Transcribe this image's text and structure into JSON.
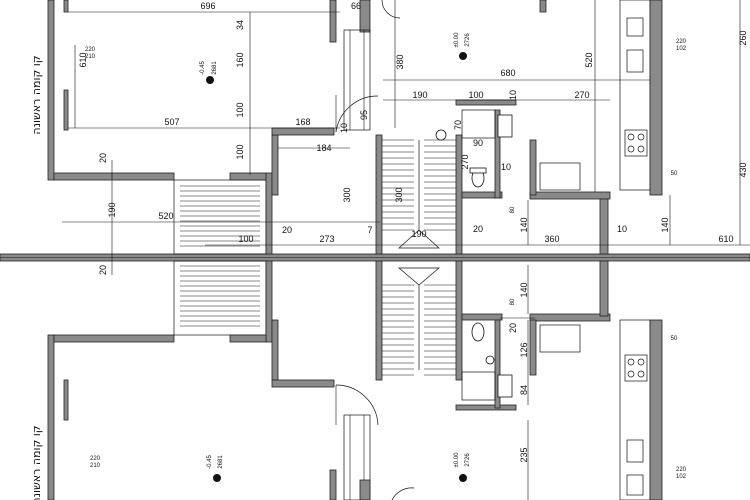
{
  "hebrew_labels": {
    "left_top": "קו קומה ראשונה",
    "left_bottom": "קו קומה ראשונה"
  },
  "dimensions": {
    "d696": "696",
    "d66": "66",
    "d34": "34",
    "d610": "610",
    "d160": "160",
    "d100a": "100",
    "d100b": "100",
    "d507": "507",
    "d168": "168",
    "d95": "95",
    "d10a": "10",
    "d184": "184",
    "d20a": "20",
    "d300a": "300",
    "d300b": "300",
    "d380": "380",
    "d680": "680",
    "d190a": "190",
    "d100c": "100",
    "d10b": "10",
    "d270a": "270",
    "d520a": "520",
    "d70": "70",
    "d90": "90",
    "d270b": "270",
    "d10c": "10",
    "d190b": "190",
    "d520b": "520",
    "d100d": "100",
    "d20b": "20",
    "d273": "273",
    "d7": "7",
    "d190c": "190",
    "d20c": "20",
    "d140a": "140",
    "d360": "360",
    "d10d": "10",
    "d140b": "140",
    "d610b": "610",
    "d260": "260",
    "d430": "430",
    "d20d": "20",
    "d140c": "140",
    "d20e": "20",
    "d126": "126",
    "d84": "84",
    "d235": "235",
    "d80a": "80",
    "d80b": "80",
    "d50a": "50",
    "d50b": "50"
  },
  "elevations": {
    "top_left": {
      "level": "-0.45",
      "code": "2681"
    },
    "top_right": {
      "level": "±0.00",
      "code": "2726"
    },
    "bottom_left": {
      "level": "-0.45",
      "code": "2681"
    },
    "bottom_right": {
      "level": "±0.00",
      "code": "2726"
    }
  },
  "room_codes": {
    "tl": {
      "top": "220",
      "bottom": "210"
    },
    "tr": {
      "top": "220",
      "bottom": "102"
    },
    "bl": {
      "top": "220",
      "bottom": "210"
    },
    "br": {
      "top": "220",
      "bottom": "102"
    }
  }
}
